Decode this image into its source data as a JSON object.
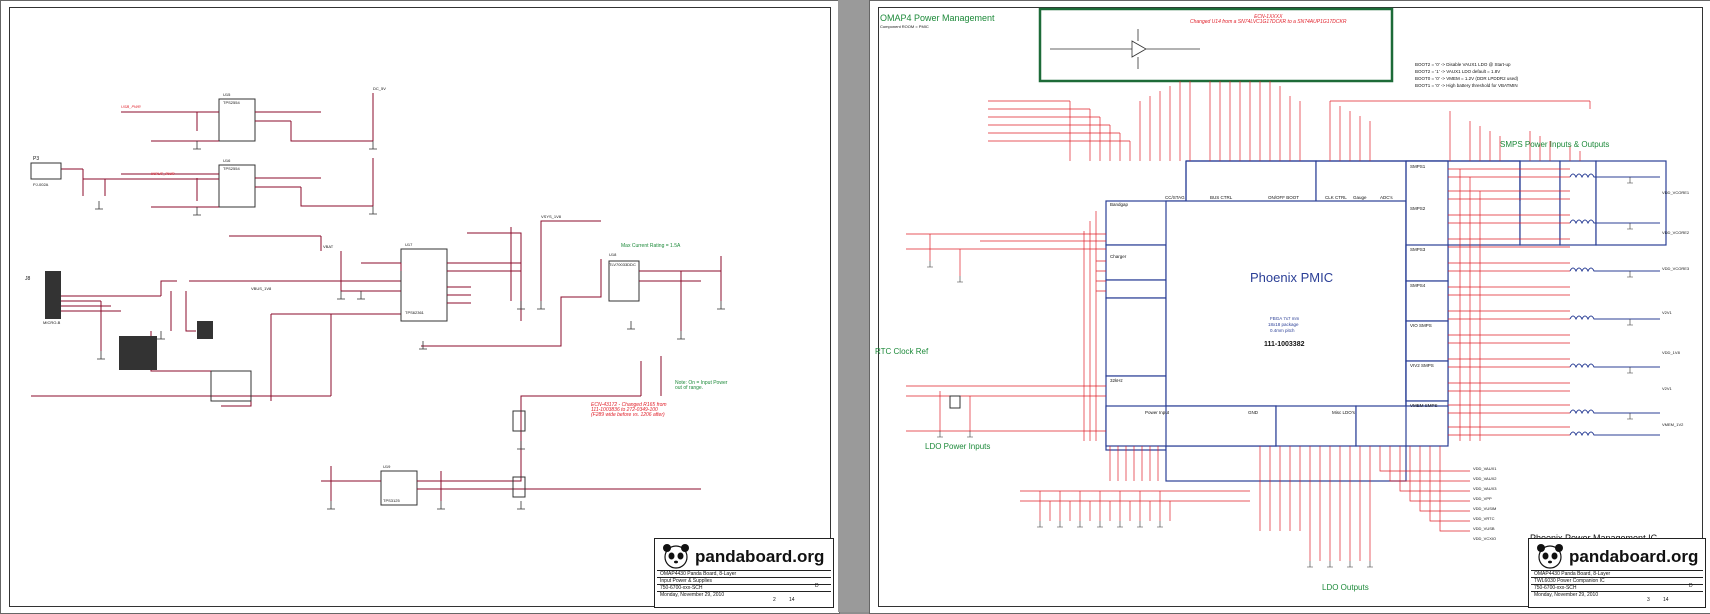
{
  "sheet1": {
    "connectors": [
      {
        "id": "J8",
        "name": "MICRO-B"
      },
      {
        "id": "P3",
        "name": "PJ-002A"
      }
    ],
    "ics": [
      {
        "id": "U15",
        "name": "TPS2554"
      },
      {
        "id": "U16",
        "name": "TPS2554"
      },
      {
        "id": "U17",
        "name": "TPS62361"
      },
      {
        "id": "U18",
        "name": "TLV70033DDC"
      },
      {
        "id": "U19",
        "name": "TPS3125"
      }
    ],
    "nets": [
      "DC_5V",
      "VSYS_1V8",
      "USB_PWR",
      "INPUT_PWR",
      "VBAT",
      "VBUS_1V8"
    ],
    "notes": {
      "max_current": "Max Current Rating = 1.5A",
      "input_power": "Note: On = Input Power\nout of range.",
      "ecn": "ECN-43172 - Changed R165 from\n111-1003836 to 272-0349-100\n(F289 wide before vs. 1206 after)"
    },
    "title_block": {
      "brand": "pandaboard.org",
      "project": "OMAP4430 Panda Board, 8-Layer",
      "page": "Input Power & Supplies",
      "doc": "750-6700-xxx-SCH",
      "date": "Monday, November 29, 2010",
      "sheet": "2",
      "of": "14",
      "rev": "D"
    }
  },
  "sheet2": {
    "titles": {
      "omap4": "OMAP4 Power Management",
      "component": "Component ROOM = PMIC",
      "smps": "SMPS Power Inputs & Outputs",
      "rtc": "RTC Clock Ref",
      "ldo_inputs": "LDO Power Inputs",
      "ldo_outputs": "LDO Outputs",
      "page_title": "Phoenix Power Management IC"
    },
    "ecn": "ECN-1XXXX\nChanged U14 from a SN74LVC1G17DCKR to a SN74AUP1G17DCKR",
    "boot_notes": [
      "BOOT2 = '0' -> Disable VAUX1 LDO @ Start-up",
      "BOOT2 = '1' -> VAUX1 LDO default = 1.8V",
      "BOOT0 = '0' -> VMEM = 1.2V (DDR LPDDR2 used)",
      "BOOT1 = '0' -> High battery threshold for VBATMIN"
    ],
    "pmic": {
      "name": "Phoenix PMIC",
      "package_lines": [
        "FBGA 7x7 mm",
        "18x18 package",
        "0.4mm pitch"
      ],
      "part_number": "111-1003382",
      "sections": [
        "CC/STAG",
        "BUS CTRL",
        "ON/OFF BOOT",
        "CLK CTRL",
        "Gauge",
        "ADC's",
        "Power Input",
        "GND",
        "Misc LDO's",
        "Charger",
        "32kHz",
        "Bandgap",
        "SMPS1",
        "SMPS2",
        "SMPS3",
        "SMPS4",
        "VIO SMPS",
        "VIV2 SMPS",
        "VMEM SMPS"
      ]
    },
    "smps_outputs": [
      "VDD_VCORE1",
      "VDD_VCORE2",
      "VDD_VCORE3",
      "V2V1",
      "VDD_1V8",
      "V2V1",
      "VMEM_1V2"
    ],
    "ldo_outputs": [
      "VDD_VAUX1",
      "VDD_VAUX2",
      "VDD_VAUX3",
      "VDD_VPP",
      "VDD_VUSIM",
      "VDD_VRTC",
      "VDD_VUSB",
      "VDD_VCXIO"
    ],
    "title_block": {
      "brand": "pandaboard.org",
      "project": "OMAP4430 Panda Board, 8-Layer",
      "page": "TWL6030 Power Companion IC",
      "doc": "750-6700-xxx-SCH",
      "date": "Monday, November 29, 2010",
      "sheet": "3",
      "of": "14",
      "rev": "D"
    }
  }
}
